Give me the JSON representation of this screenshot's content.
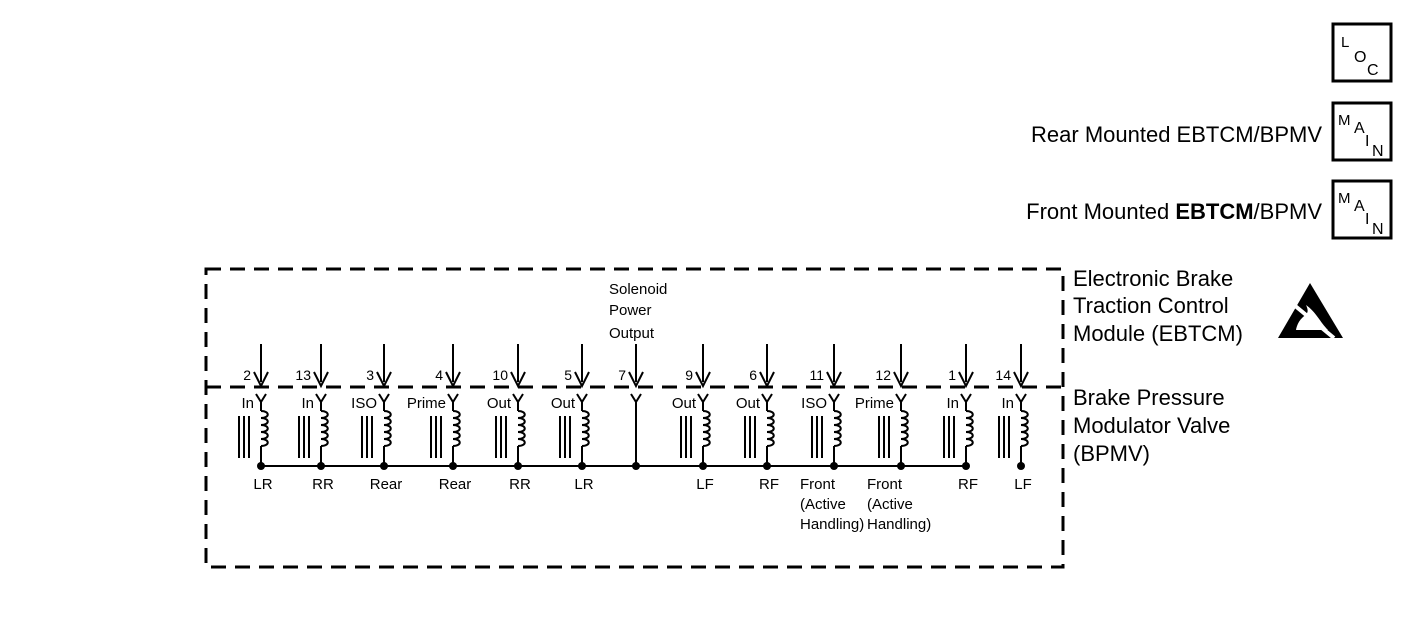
{
  "header": {
    "loc_symbol": [
      "L",
      "O",
      "C"
    ],
    "main_symbol": [
      "M",
      "A",
      "I",
      "N"
    ],
    "rear_mounted": "Rear Mounted EBTCM/BPMV",
    "front_mounted_prefix": "Front Mounted ",
    "front_mounted_bold": "EBTCM",
    "front_mounted_suffix": "/BPMV"
  },
  "modules": {
    "ebtcm": [
      "Electronic Brake",
      "Traction Control",
      "Module (EBTCM)"
    ],
    "bpmv": [
      "Brake Pressure",
      "Modulator Valve",
      "(BPMV)"
    ]
  },
  "solenoid_power": [
    "Solenoid",
    "Power",
    "Output"
  ],
  "circuits": [
    {
      "pin": "2",
      "func": "In",
      "side": [
        "LR"
      ]
    },
    {
      "pin": "13",
      "func": "In",
      "side": [
        "RR"
      ]
    },
    {
      "pin": "3",
      "func": "ISO",
      "side": [
        "Rear"
      ]
    },
    {
      "pin": "4",
      "func": "Prime",
      "side": [
        "Rear"
      ]
    },
    {
      "pin": "10",
      "func": "Out",
      "side": [
        "RR"
      ]
    },
    {
      "pin": "5",
      "func": "Out",
      "side": [
        "LR"
      ]
    },
    {
      "pin": "7",
      "func": "",
      "side": []
    },
    {
      "pin": "9",
      "func": "Out",
      "side": [
        "LF"
      ]
    },
    {
      "pin": "6",
      "func": "Out",
      "side": [
        "RF"
      ]
    },
    {
      "pin": "11",
      "func": "ISO",
      "side": [
        "Front",
        "(Active",
        "Handling)"
      ]
    },
    {
      "pin": "12",
      "func": "Prime",
      "side": [
        "Front",
        "(Active",
        "Handling)"
      ]
    },
    {
      "pin": "1",
      "func": "In",
      "side": [
        "RF"
      ]
    },
    {
      "pin": "14",
      "func": "In",
      "side": [
        "LF"
      ]
    }
  ]
}
